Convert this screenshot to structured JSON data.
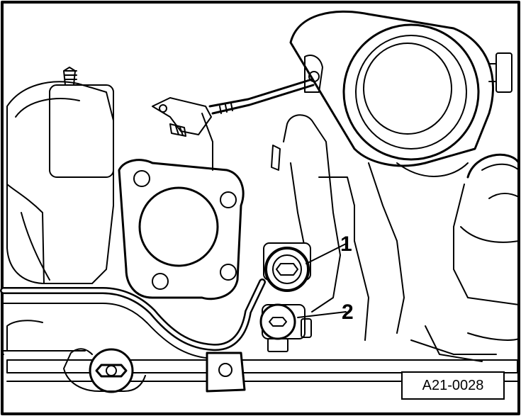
{
  "callouts": {
    "item_1": "1",
    "item_2": "2"
  },
  "figure_ref": "A21-0028",
  "colors": {
    "line": "#000000",
    "background": "#ffffff"
  }
}
